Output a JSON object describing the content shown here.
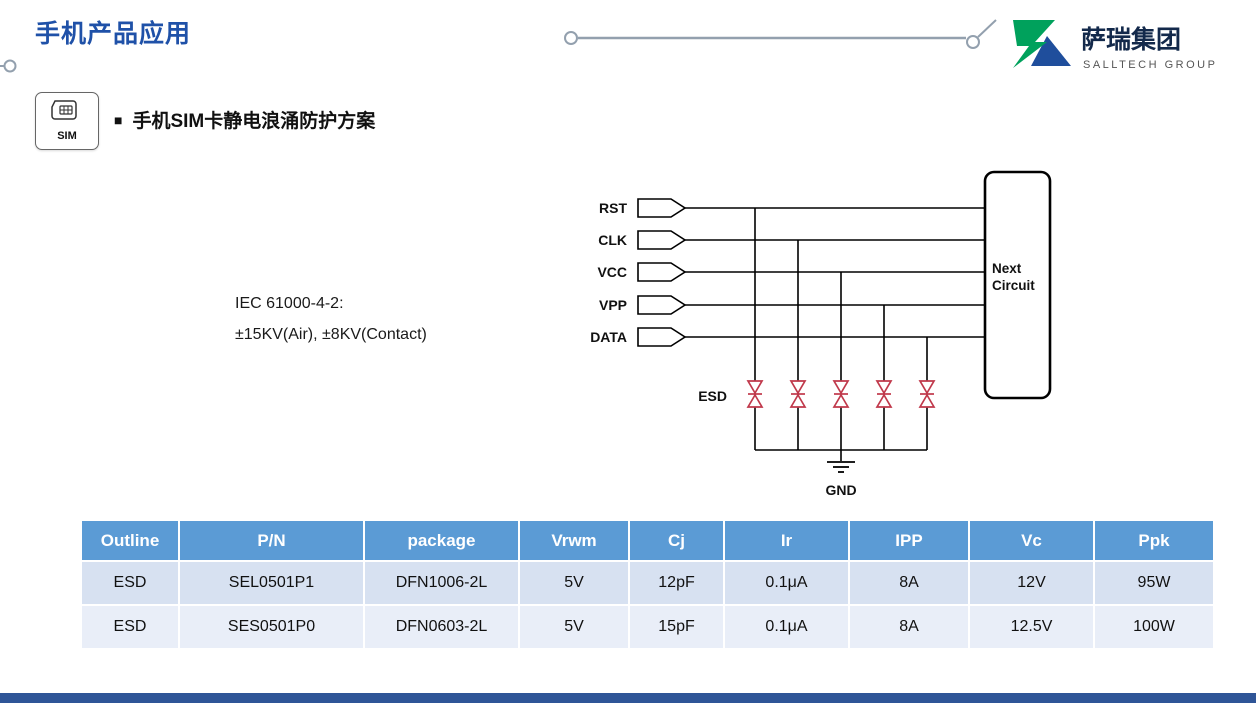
{
  "header": {
    "title": "手机产品应用",
    "accent_color": "#1f51a8",
    "line_color": "#93a0ae",
    "logo": {
      "name": "萨瑞集团",
      "subtitle": "SALLTECH GROUP",
      "mark_green": "#00a15c",
      "mark_blue": "#1f4e9c"
    }
  },
  "section": {
    "bullet": "■",
    "title": "手机SIM卡静电浪涌防护方案",
    "sim_icon_label": "SIM"
  },
  "diagram": {
    "standard_line1": "IEC 61000-4-2:",
    "standard_line2": "±15KV(Air), ±8KV(Contact)",
    "signals": [
      "RST",
      "CLK",
      "VCC",
      "VPP",
      "DATA"
    ],
    "esd_label": "ESD",
    "gnd_label": "GND",
    "next_circuit_line1": "Next",
    "next_circuit_line2": "Circuit",
    "diode_color": "#c0394b"
  },
  "table": {
    "header_bg": "#5b9bd5",
    "row_bg_odd": "#d7e1f1",
    "row_bg_even": "#e9eef8",
    "headers": [
      "Outline",
      "P/N",
      "package",
      "Vrwm",
      "Cj",
      "Ir",
      "IPP",
      "Vc",
      "Ppk"
    ],
    "rows": [
      [
        "ESD",
        "SEL0501P1",
        "DFN1006-2L",
        "5V",
        "12pF",
        "0.1μA",
        "8A",
        "12V",
        "95W"
      ],
      [
        "ESD",
        "SES0501P0",
        "DFN0603-2L",
        "5V",
        "15pF",
        "0.1μA",
        "8A",
        "12.5V",
        "100W"
      ]
    ]
  },
  "footer": {
    "bar_color": "#2f5597"
  }
}
